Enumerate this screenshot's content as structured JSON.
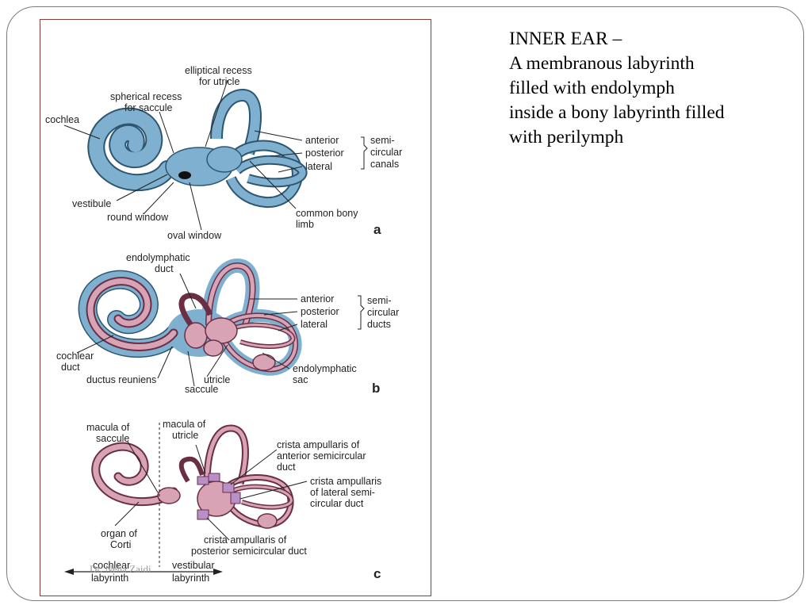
{
  "slide": {
    "title": "INNER EAR –",
    "body_lines": [
      "A membranous labyrinth",
      "filled with endolymph",
      "inside a bony labyrinth filled",
      "with perilymph"
    ]
  },
  "figure": {
    "panel_a": {
      "letter": "a",
      "labels": {
        "elliptical_1": "elliptical recess",
        "elliptical_2": "for utricle",
        "spherical_1": "spherical recess",
        "spherical_2": "for saccule",
        "cochlea": "cochlea",
        "anterior": "anterior",
        "posterior": "posterior",
        "lateral": "lateral",
        "semi_1": "semi-",
        "semi_2": "circular",
        "semi_3": "canals",
        "vestibule": "vestibule",
        "round_window": "round window",
        "oval_window": "oval window",
        "common_1": "common bony",
        "common_2": "limb"
      }
    },
    "panel_b": {
      "letter": "b",
      "labels": {
        "endo_duct_1": "endolymphatic",
        "endo_duct_2": "duct",
        "anterior": "anterior",
        "posterior": "posterior",
        "lateral": "lateral",
        "semi_1": "semi-",
        "semi_2": "circular",
        "semi_3": "ducts",
        "cochlear_1": "cochlear",
        "cochlear_2": "duct",
        "ductus_reuniens": "ductus reuniens",
        "utricle": "utricle",
        "saccule": "saccule",
        "endo_sac_1": "endolymphatic",
        "endo_sac_2": "sac"
      }
    },
    "panel_c": {
      "letter": "c",
      "labels": {
        "mac_saccule_1": "macula of",
        "mac_saccule_2": "saccule",
        "mac_utricle_1": "macula of",
        "mac_utricle_2": "utricle",
        "crista_ant_1": "crista ampullaris of",
        "crista_ant_2": "anterior semicircular",
        "crista_ant_3": "duct",
        "crista_lat_1": "crista ampullaris",
        "crista_lat_2": "of lateral semi-",
        "crista_lat_3": "circular duct",
        "organ_1": "organ of",
        "organ_2": "Corti",
        "crista_post_1": "crista ampullaris of",
        "crista_post_2": "posterior semicircular duct",
        "cochlear_lab_1": "cochlear",
        "cochlear_lab_2": "labyrinth",
        "vestibular_lab_1": "vestibular",
        "vestibular_lab_2": "labyrinth"
      }
    },
    "watermark": "Dr. Neha Zaidi",
    "colors": {
      "bony": "#7fb0cf",
      "bony_dark": "#2d5670",
      "membranous": "#d9a3b6",
      "membranous_dark": "#6a2f45",
      "crista": "#b88fc6"
    }
  }
}
